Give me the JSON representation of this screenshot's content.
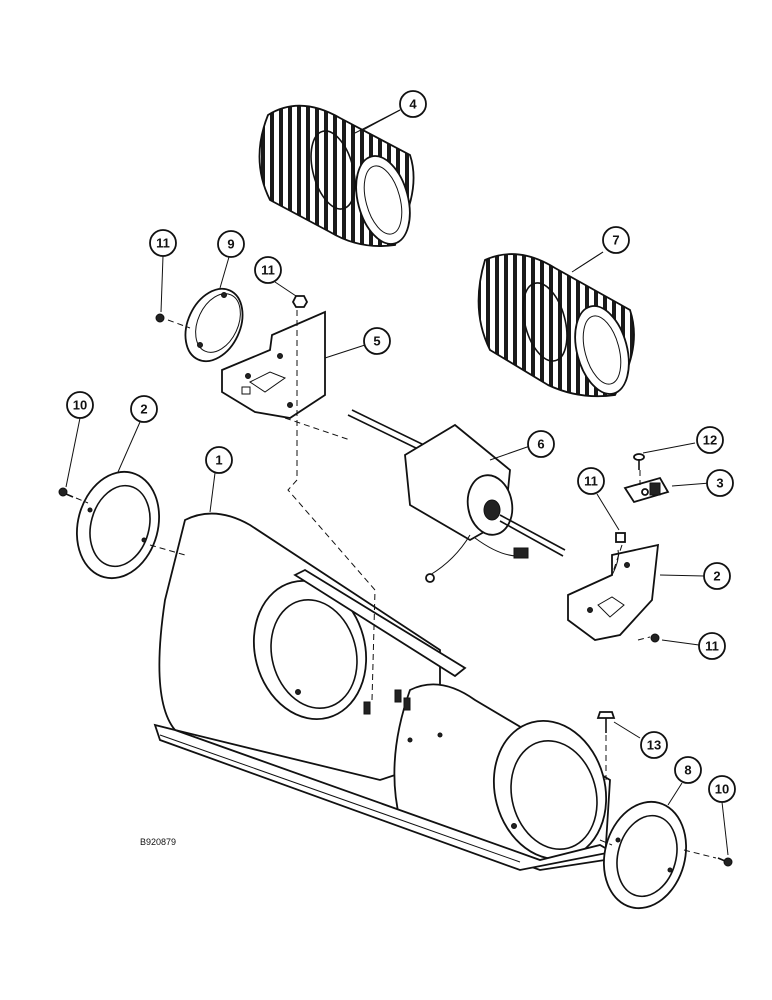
{
  "drawing_ref": "B920879",
  "callouts": [
    {
      "id": "c1",
      "label": "1"
    },
    {
      "id": "c2a",
      "label": "2"
    },
    {
      "id": "c2b",
      "label": "2"
    },
    {
      "id": "c3",
      "label": "3"
    },
    {
      "id": "c4",
      "label": "4"
    },
    {
      "id": "c5",
      "label": "5"
    },
    {
      "id": "c6",
      "label": "6"
    },
    {
      "id": "c7",
      "label": "7"
    },
    {
      "id": "c8",
      "label": "8"
    },
    {
      "id": "c9",
      "label": "9"
    },
    {
      "id": "c10a",
      "label": "10"
    },
    {
      "id": "c10b",
      "label": "10"
    },
    {
      "id": "c11a",
      "label": "11"
    },
    {
      "id": "c11b",
      "label": "11"
    },
    {
      "id": "c11c",
      "label": "11"
    },
    {
      "id": "c11d",
      "label": "11"
    },
    {
      "id": "c12",
      "label": "12"
    },
    {
      "id": "c13",
      "label": "13"
    }
  ]
}
